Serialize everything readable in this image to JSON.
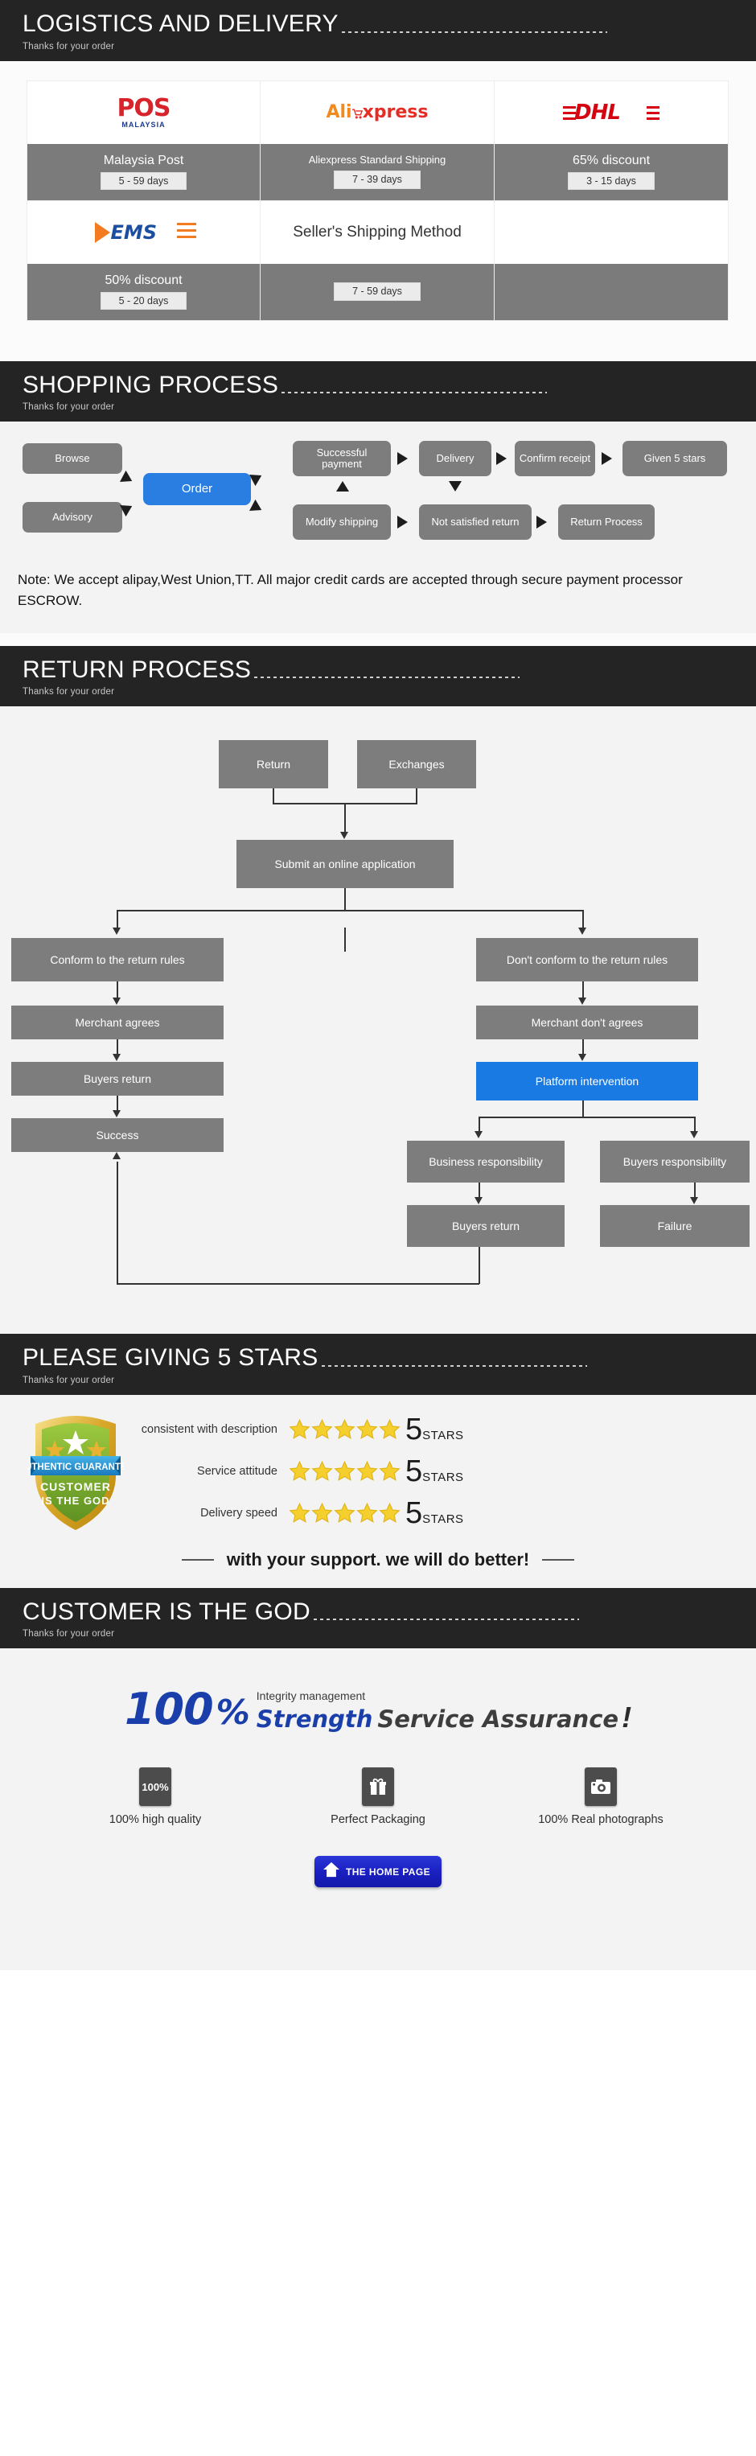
{
  "sections": {
    "logistics": {
      "title": "LOGISTICS AND DELIVERY",
      "subtitle": "Thanks for your order"
    },
    "shopping": {
      "title": "SHOPPING PROCESS",
      "subtitle": "Thanks for your order"
    },
    "returns": {
      "title": "RETURN PROCESS",
      "subtitle": "Thanks for your order"
    },
    "stars": {
      "title": "PLEASE GIVING 5 STARS",
      "subtitle": "Thanks for your order"
    },
    "customer": {
      "title": "CUSTOMER IS THE GOD",
      "subtitle": "Thanks for your order"
    }
  },
  "logistics_table": {
    "row1": [
      {
        "logo": "pos-malaysia-logo",
        "logo_text": "POS",
        "logo_sub": "MALAYSIA",
        "name": "Malaysia Post",
        "days": "5 - 59 days"
      },
      {
        "logo": "aliexpress-logo",
        "logo_text_a": "Ali",
        "logo_text_b": "xpress",
        "name": "Aliexpress Standard Shipping",
        "days": "7 - 39 days"
      },
      {
        "logo": "dhl-logo",
        "logo_text": "DHL",
        "name": "65% discount",
        "days": "3 - 15 days"
      }
    ],
    "row2": [
      {
        "logo": "ems-logo",
        "logo_text": "EMS",
        "name": "50% discount",
        "days": "5 - 20 days"
      },
      {
        "logo": "sellers-shipping-method-text",
        "logo_text": "Seller's Shipping Method",
        "name": "",
        "days": "7 - 59 days"
      },
      {
        "logo": "",
        "logo_text": "",
        "name": "",
        "days": ""
      }
    ]
  },
  "shopping_flow": {
    "nodes": {
      "browse": "Browse",
      "advisory": "Advisory",
      "order": "Order",
      "successful_payment": "Successful payment",
      "delivery": "Delivery",
      "confirm_receipt": "Confirm receipt",
      "given_5_stars": "Given 5 stars",
      "modify_shipping": "Modify shipping",
      "not_satisfied_return": "Not satisfied return",
      "return_process": "Return Process"
    },
    "note": "Note: We accept alipay,West Union,TT. All major credit cards are accepted through secure payment processor ESCROW."
  },
  "return_flow": {
    "nodes": {
      "return": "Return",
      "exchanges": "Exchanges",
      "submit": "Submit an online application",
      "conform": "Conform to the return rules",
      "dont_conform": "Don't conform to the return rules",
      "merchant_agrees": "Merchant agrees",
      "merchant_dont_agrees": "Merchant don't agrees",
      "buyers_return": "Buyers return",
      "success": "Success",
      "platform_intervention": "Platform intervention",
      "business_responsibility": "Business responsibility",
      "buyers_responsibility": "Buyers responsibility",
      "buyers_return_2": "Buyers return",
      "failure": "Failure"
    }
  },
  "ratings": {
    "badge": {
      "ribbon": "AUTHENTIC GUARANTEE",
      "line1": "CUSTOMER",
      "line2": "IS THE GOD"
    },
    "rows": [
      {
        "label": "consistent with description",
        "stars": 5,
        "score": "5",
        "unit": "STARS"
      },
      {
        "label": "Service attitude",
        "stars": 5,
        "score": "5",
        "unit": "STARS"
      },
      {
        "label": "Delivery speed",
        "stars": 5,
        "score": "5",
        "unit": "STARS"
      }
    ],
    "support_text": "with your support. we will do better!"
  },
  "assurance": {
    "percent": "100",
    "percent_symbol": "%",
    "integrity": "Integrity management",
    "strength": "Strength",
    "service": "Service Assurance",
    "bang": "!",
    "features": [
      {
        "icon": "percent-badge-icon",
        "icon_text": "100%",
        "label": "100% high quality"
      },
      {
        "icon": "gift-box-icon",
        "icon_text": "",
        "label": "Perfect Packaging"
      },
      {
        "icon": "camera-icon",
        "icon_text": "",
        "label": "100% Real photographs"
      }
    ],
    "home_button": {
      "icon": "home-icon",
      "label": "THE HOME PAGE"
    }
  },
  "colors": {
    "banner_bg": "#242424",
    "box_grey": "#7d7d7d",
    "accent_blue": "#2a7de1",
    "page_bg": "#f3f3f3",
    "brand_blue": "#1a3faa"
  }
}
